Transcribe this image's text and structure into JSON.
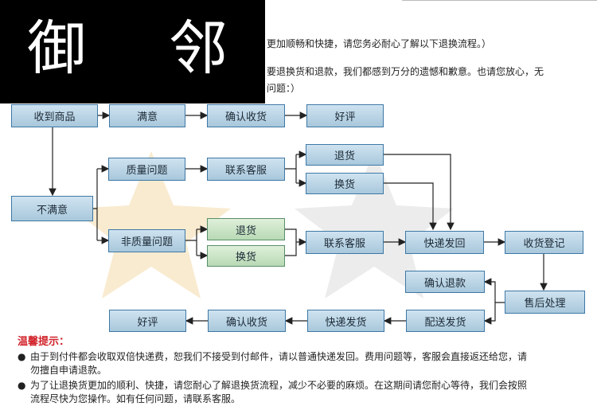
{
  "logo": {
    "char1": "御",
    "char2": "邻"
  },
  "header": {
    "line1": "更加顺畅和快捷，请您务必耐心了解以下退换流程。）",
    "line2": "要退换货和退款，我们都感到万分的遗憾和歉意。也请您放心，无",
    "line3": "问题：）"
  },
  "flow": {
    "receive": "收到商品",
    "satisfied": "满意",
    "confirm1": "确认收货",
    "review1": "好评",
    "unsatisfied": "不满意",
    "quality": "质量问题",
    "contact1": "联系客服",
    "return1": "退货",
    "exchange1": "换货",
    "nonquality": "非质量问题",
    "return2": "退货",
    "exchange2": "换货",
    "contact2": "联系客服",
    "express_back": "快递发回",
    "register": "收货登记",
    "confirm_refund": "确认退款",
    "after_sales": "售后处理",
    "deliver": "配送发货",
    "express_send": "快递发货",
    "confirm2": "确认收货",
    "review2": "好评"
  },
  "tips": {
    "title": "温馨提示：",
    "bullet": "●",
    "tip1a": "由于到付件都会收取双倍快递费，恕我们不接受到付邮件，请以普通快递发回。费用问题等，客服会直接返还给您，请",
    "tip1b": "勿擅自申请退款。",
    "tip2a": "为了让退换货更加的顺利、快捷，请您耐心了解退换货流程，减少不必要的麻烦。在这期间请您耐心等待，我们会按照",
    "tip2b": "流程尽快为您操作。如有任何问题，请联系客服。"
  },
  "colors": {
    "box_border": "#3e78a5",
    "line": "#222222",
    "warning": "#d1232a"
  }
}
